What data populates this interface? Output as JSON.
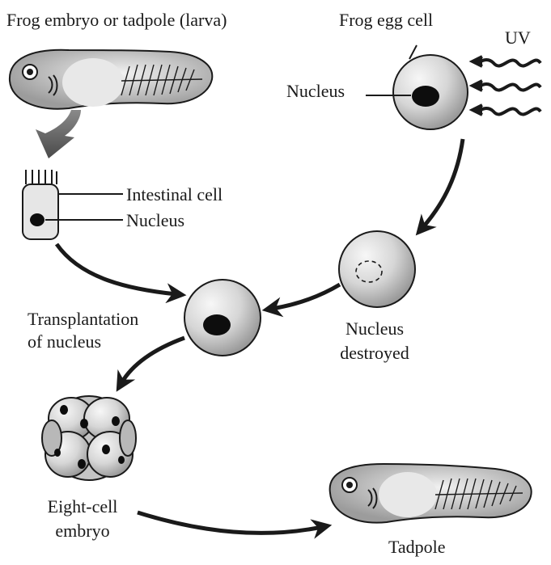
{
  "labels": {
    "frog_embryo": "Frog embryo or tadpole (larva)",
    "frog_egg_cell": "Frog egg cell",
    "uv": "UV",
    "nucleus_egg": "Nucleus",
    "intestinal_cell": "Intestinal cell",
    "nucleus_intestinal": "Nucleus",
    "transplantation_line1": "Transplantation",
    "transplantation_line2": "of nucleus",
    "nucleus_destroyed_line1": "Nucleus",
    "nucleus_destroyed_line2": "destroyed",
    "eight_cell_line1": "Eight-cell",
    "eight_cell_line2": "embryo",
    "tadpole": "Tadpole"
  },
  "colors": {
    "cell_fill": "#dcdcdc",
    "tadpole_fill": "#c9c9c9",
    "outline": "#1a1a1a",
    "nucleus": "#0d0d0d",
    "arrow": "#1a1a1a"
  }
}
